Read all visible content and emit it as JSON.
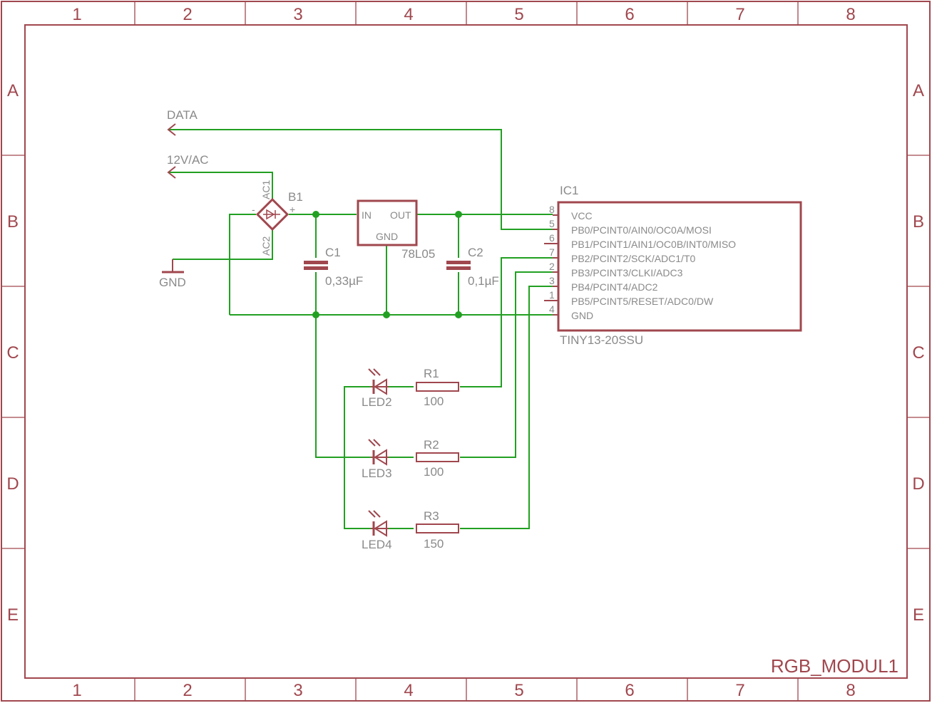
{
  "frame": {
    "columns": [
      "1",
      "2",
      "3",
      "4",
      "5",
      "6",
      "7",
      "8"
    ],
    "rows": [
      "A",
      "B",
      "C",
      "D",
      "E"
    ],
    "title": "RGB_MODUL1",
    "line_color": "#a0474e",
    "wire_color": "#22a022",
    "text_color": "#8a8a8a"
  },
  "nets": {
    "data": "DATA",
    "ac12v": "12V/AC",
    "gnd": "GND"
  },
  "bridge": {
    "name": "B1",
    "ac1": "AC1",
    "ac2": "AC2",
    "minus": "-",
    "plus": "+"
  },
  "regulator": {
    "name": "78L05",
    "in": "IN",
    "out": "OUT",
    "gnd": "GND"
  },
  "c1": {
    "name": "C1",
    "value": "0,33µF"
  },
  "c2": {
    "name": "C2",
    "value": "0,1µF"
  },
  "ic1": {
    "name": "IC1",
    "part": "TINY13-20SSU",
    "pins": [
      {
        "num": "8",
        "label": "VCC"
      },
      {
        "num": "5",
        "label": "PB0/PCINT0/AIN0/OC0A/MOSI"
      },
      {
        "num": "6",
        "label": "PB1/PCINT1/AIN1/OC0B/INT0/MISO"
      },
      {
        "num": "7",
        "label": "PB2/PCINT2/SCK/ADC1/T0"
      },
      {
        "num": "2",
        "label": "PB3/PCINT3/CLKI/ADC3"
      },
      {
        "num": "3",
        "label": "PB4/PCINT4/ADC2"
      },
      {
        "num": "1",
        "label": "PB5/PCINT5/RESET/ADC0/DW"
      },
      {
        "num": "4",
        "label": "GND"
      }
    ]
  },
  "leds": [
    {
      "led": "LED2",
      "res": "R1",
      "value": "100"
    },
    {
      "led": "LED3",
      "res": "R2",
      "value": "100"
    },
    {
      "led": "LED4",
      "res": "R3",
      "value": "150"
    }
  ]
}
